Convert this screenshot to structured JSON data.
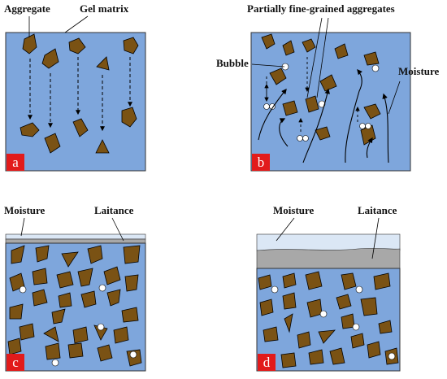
{
  "panels": [
    {
      "id": "a",
      "tag": "a"
    },
    {
      "id": "b",
      "tag": "b"
    },
    {
      "id": "c",
      "tag": "c"
    },
    {
      "id": "d",
      "tag": "d"
    }
  ],
  "labels": {
    "aggregate": "Aggregate",
    "gel_matrix": "Gel matrix",
    "partially_fine": "Partially fine-grained aggregates",
    "bubble": "Bubble",
    "moisture_b": "Moisture",
    "moisture_c": "Moisture",
    "laitance_c": "Laitance",
    "moisture_d": "Moisture",
    "laitance_d": "Laitance"
  },
  "colors": {
    "matrix": "#7ea6dc",
    "aggregate": "#7a5214",
    "panel_tag_bg": "#e21b1b",
    "laitance": "#a8a8a8",
    "moisture_layer": "#dbe7f5",
    "bubble": "#ffffff"
  }
}
